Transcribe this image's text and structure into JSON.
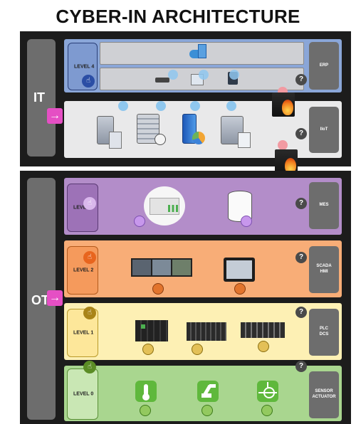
{
  "title": "CYBER-IN ARCHITECTURE",
  "it": {
    "label": "IT",
    "level4": {
      "label": "LEVEL 4",
      "right_label": "ERP"
    },
    "level3": {
      "right_label": "IIoT"
    }
  },
  "ot": {
    "label": "OT",
    "level3": {
      "label": "LEVEL",
      "right_label": "MES"
    },
    "level2": {
      "label": "LEVEL 2",
      "right_label_1": "SCADA",
      "right_label_2": "HMI"
    },
    "level1": {
      "label": "LEVEL 1",
      "right_label_1": "PLC",
      "right_label_2": "DCS"
    },
    "level0": {
      "label": "LEVEL 0",
      "right_label_1": "SENSOR",
      "right_label_2": "ACTUATOR"
    }
  },
  "help_symbol": "?",
  "arrow_symbol": "→",
  "icons": {
    "cloud": "cloud-icon",
    "switch": "network-switch-icon",
    "database": "database-icon",
    "firewall": "firewall-icon",
    "thermometer": "thermometer-icon",
    "robot-arm": "robot-arm-icon",
    "valve": "valve-icon"
  },
  "colors": {
    "it_level4": "#8aa6d8",
    "it_level3": "#e9e9ea",
    "ot_level3": "#b38dc9",
    "ot_level2": "#f8ad77",
    "ot_level1": "#fdf0b4",
    "ot_level0": "#a9d68f",
    "pink": "#e54fc4"
  }
}
